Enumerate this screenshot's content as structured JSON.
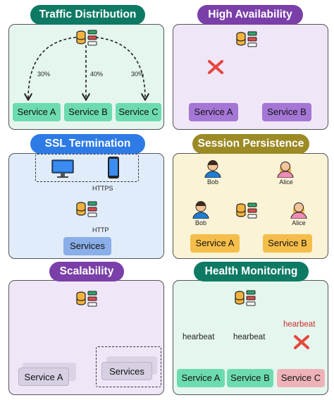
{
  "colors": {
    "green_title": "#0f7a64",
    "purple_title": "#7a3fa8",
    "blue_title": "#2e7be6",
    "olive_title": "#9c8a25",
    "green_btn": "#6ddbb0",
    "purple_btn": "#a476d6",
    "blue_btn": "#8aaee8",
    "orange_btn": "#f5be4a",
    "red_btn": "#eeb3b9",
    "unhealthy": "#e26262"
  },
  "panels": {
    "traffic": {
      "title": "Traffic Distribution",
      "weights": [
        "30%",
        "40%",
        "30%"
      ],
      "services": [
        "Service A",
        "Service B",
        "Service C"
      ]
    },
    "availability": {
      "title": "High Availability",
      "services": [
        "Service A",
        "Service B"
      ]
    },
    "ssl": {
      "title": "SSL Termination",
      "https_label": "HTTPS",
      "http_label": "HTTP",
      "services_label": "Services"
    },
    "session": {
      "title": "Session Persistence",
      "users": [
        "Bob",
        "Alice",
        "Bob",
        "Alice"
      ],
      "services": [
        "Service A",
        "Service B"
      ]
    },
    "scalability": {
      "title": "Scalability",
      "service_a": "Service A",
      "services_label": "Services"
    },
    "health": {
      "title": "Health Monitoring",
      "heartbeat_labels": [
        "hearbeat",
        "hearbeat",
        "hearbeat"
      ],
      "services": [
        "Service A",
        "Service B",
        "Service C"
      ]
    }
  }
}
